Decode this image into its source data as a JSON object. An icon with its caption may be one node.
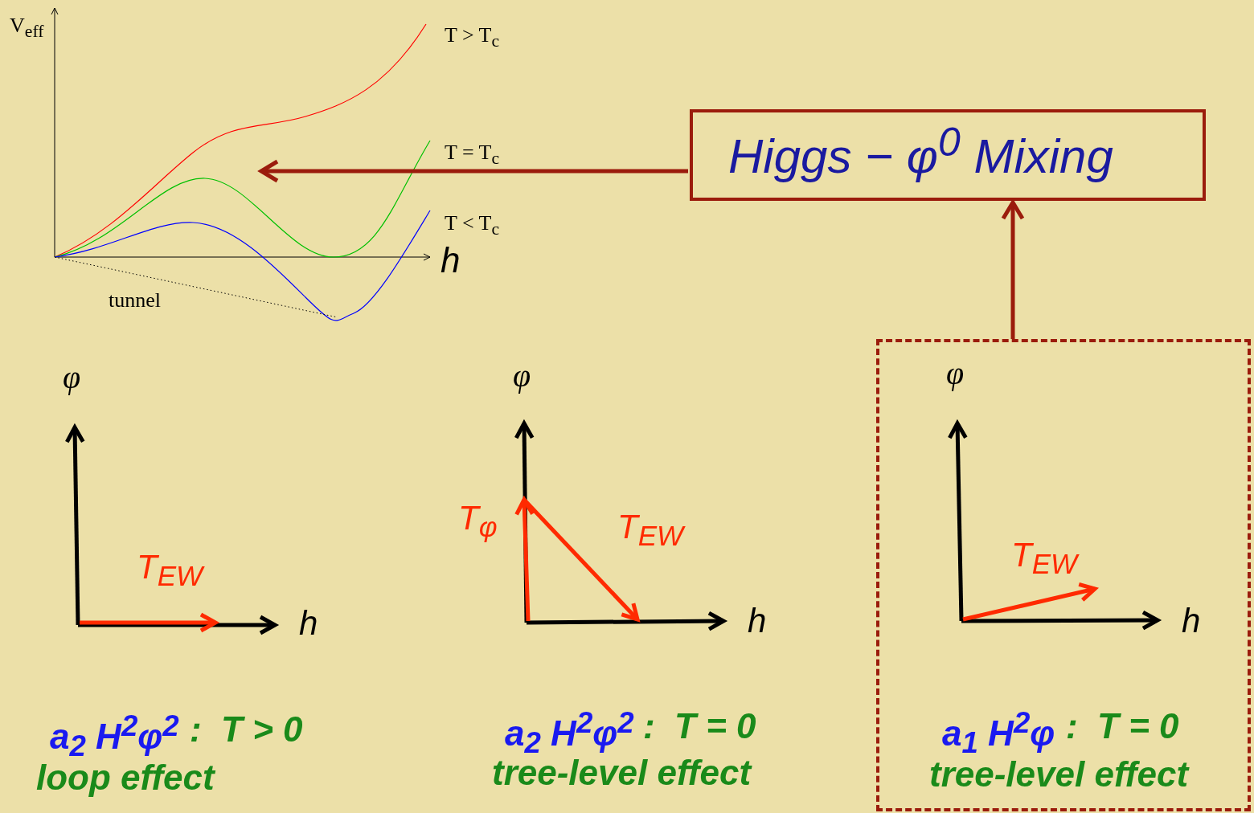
{
  "diagram": {
    "nodes": [
      {
        "text": [
          "Higgs − φ$^{0}$ Mixing"
        ]
      },
      {
        "text": [
          "a$_{1}$ H$^{2}$φ",
          ":  T = 0",
          "tree-level effect"
        ]
      }
    ],
    "edges": [
      {
        "from": 1,
        "to": 0,
        "arrow": "to"
      },
      {
        "from": 0,
        "to": null,
        "arrow": "to"
      }
    ],
    "labels": [
      "V$_{eff}$",
      "T > T$_{c}$",
      "T = T$_{c}$",
      "T < T$_{c}$",
      "h",
      "tunnel",
      "φ",
      "T$_{EW}$",
      "h",
      "a$_{2}$ H$^{2}$φ$^{2}$",
      ":  T > 0",
      "loop effect",
      "φ",
      "T$_{φ}$",
      "T$_{EW}$",
      "h",
      "a$_{2}$ H$^{2}$φ$^{2}$",
      ":  T = 0",
      "tree-level effect",
      "φ",
      "T$_{EW}$",
      "h"
    ]
  }
}
